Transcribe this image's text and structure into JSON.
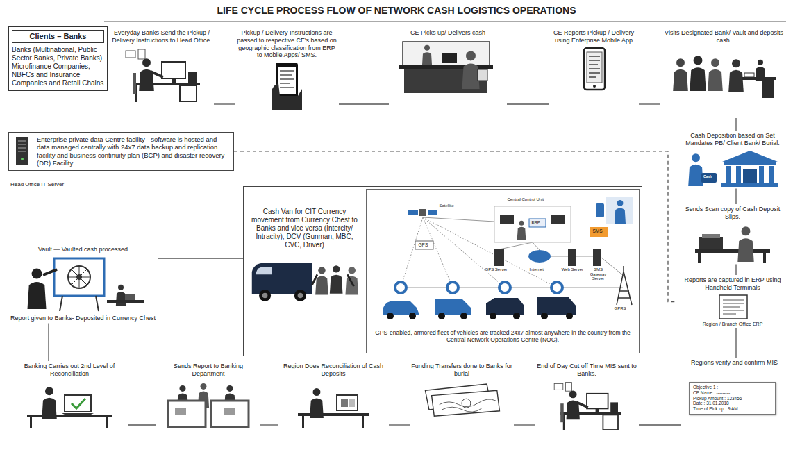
{
  "diagram": {
    "title": "LIFE CYCLE PROCESS FLOW OF NETWORK CASH LOGISTICS OPERATIONS",
    "nodes": [
      {
        "text": [
          "Clients – Banks",
          "Banks (Multinational, Public Sector Banks, Private Banks) Microfinance Companies, NBFCs and Insurance Companies and Retail Chains"
        ]
      },
      {
        "text": [
          "Everyday Banks Send the Pickup / Delivery Instructions to Head Office."
        ]
      },
      {
        "text": [
          "Pickup / Delivery Instructions are passed to respective CE's based on geographic classification from ERP to Mobile Apps/ SMS."
        ]
      },
      {
        "text": [
          "CE Picks up/ Delivers cash"
        ]
      },
      {
        "text": [
          "CE Reports Pickup / Delivery using Enterprise Mobile App"
        ]
      },
      {
        "text": [
          "Visits Designated Bank/ Vault and deposits cash."
        ]
      },
      {
        "text": [
          "Cash Deposition based on Set Mandates PB/ Client Bank/ Burial."
        ]
      },
      {
        "text": [
          "Sends Scan copy of Cash Deposit Slips."
        ]
      },
      {
        "text": [
          "Reports are captured in ERP using Handheld Terminals",
          "Region / Branch Office ERP"
        ]
      },
      {
        "text": [
          "Regions verify and confirm MIS"
        ]
      },
      {
        "text": [
          "Objective 1 :",
          "CE Name : ---------",
          "Pickup Amount : 123456",
          "Date : 31.01.2018",
          "Time of Pick up : 9 AM"
        ],
        "in": 9
      },
      {
        "text": [
          "End of Day Cut off Time MIS sent to Banks."
        ]
      },
      {
        "text": [
          "Funding Transfers done to Banks for burial"
        ]
      },
      {
        "text": [
          "Region Does Reconciliation of Cash Deposits"
        ]
      },
      {
        "text": [
          "Sends Report to Banking Department"
        ]
      },
      {
        "text": [
          "Banking Carries out 2nd Level of Reconciliation"
        ]
      },
      {
        "text": [
          "Vault — Vaulted cash processed",
          "Report given to Banks- Deposited in Currency Chest"
        ]
      },
      {
        "text": [
          "Enterprise private data Centre facility - software is hosted and data managed centrally with 24x7 data backup and replication facility and business continuity plan (BCP) and disaster recovery (DR) Facility."
        ]
      },
      {
        "text": [
          "Cash Van for CIT Currency movement from Currency Chest to Banks and vice versa (Intercity/ Intracity), DCV (Gunman, MBC, CVC, Driver)"
        ]
      },
      {
        "text": [
          "GPS-enabled, armored fleet of vehicles are tracked 24x7 almost anywhere in the country from the Central Network Operations Centre (NOC)."
        ],
        "in": 18
      }
    ],
    "edges": [
      {
        "from": 1,
        "to": 2,
        "arrow": "none"
      },
      {
        "from": 2,
        "to": 3,
        "arrow": "none"
      },
      {
        "from": 3,
        "to": 4,
        "arrow": "none"
      },
      {
        "from": 4,
        "to": 5,
        "arrow": "none"
      },
      {
        "from": 5,
        "to": 6,
        "arrow": "none"
      },
      {
        "from": 6,
        "to": 7,
        "arrow": "none"
      },
      {
        "from": 7,
        "to": 8,
        "arrow": "none"
      },
      {
        "from": 8,
        "to": 9,
        "arrow": "none"
      },
      {
        "from": 9,
        "to": 11,
        "arrow": "none"
      },
      {
        "from": 11,
        "to": 12,
        "arrow": "none"
      },
      {
        "from": 12,
        "to": 13,
        "arrow": "none"
      },
      {
        "from": 13,
        "to": 14,
        "arrow": "none"
      },
      {
        "from": 14,
        "to": 15,
        "arrow": "none"
      },
      {
        "from": 15,
        "to": 16,
        "arrow": "none"
      },
      {
        "from": 16,
        "to": 18,
        "arrow": "none"
      },
      {
        "from": 17,
        "to": 8,
        "arrow": "none"
      }
    ],
    "labels": [
      "Head Office IT Server",
      "Cash",
      "Satellite",
      "GPS",
      "Central Control Unit",
      "ERP",
      "GPS Server",
      "Internet",
      "Web Server",
      "SMS Gateway Server",
      "SMS",
      "GPRS"
    ]
  }
}
